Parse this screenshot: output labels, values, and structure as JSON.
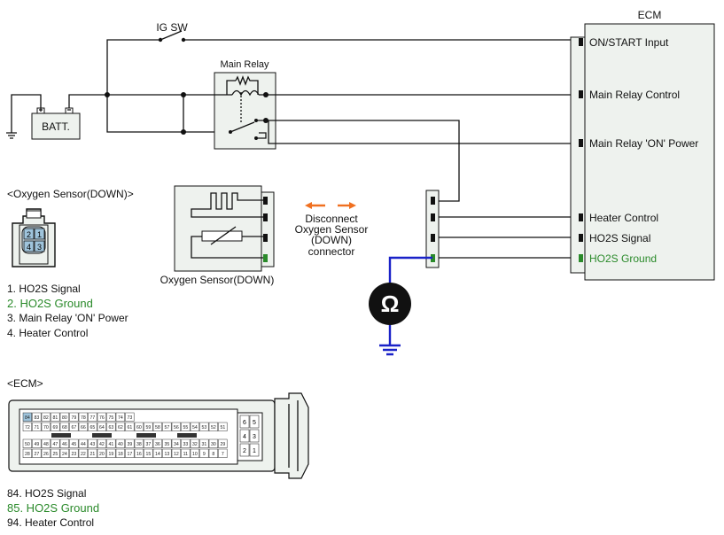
{
  "ecm": {
    "title": "ECM",
    "pins": [
      {
        "label": "ON/START Input",
        "color": "#111111"
      },
      {
        "label": "Main Relay Control",
        "color": "#111111"
      },
      {
        "label": "Main Relay 'ON' Power",
        "color": "#111111"
      },
      {
        "label": "Heater Control",
        "color": "#111111"
      },
      {
        "label": "HO2S Signal",
        "color": "#111111"
      },
      {
        "label": "HO2S Ground",
        "color": "#2a8a2a"
      }
    ]
  },
  "components": {
    "ig_sw": "IG SW",
    "main_relay": "Main Relay",
    "battery": "BATT.",
    "oxygen_sensor": "Oxygen Sensor(DOWN)",
    "ohmmeter_symbol": "Ω"
  },
  "instruction": {
    "lines": [
      "Disconnect",
      "Oxygen Sensor",
      "(DOWN)",
      "connector"
    ],
    "arrow_color": "#f07020"
  },
  "sensor_connector": {
    "header": "<Oxygen Sensor(DOWN)>",
    "pin_numbers": [
      "1",
      "2",
      "3",
      "4"
    ],
    "legend": [
      {
        "text": "1. HO2S Signal",
        "highlight": false
      },
      {
        "text": "2. HO2S Ground",
        "highlight": true
      },
      {
        "text": "3. Main Relay 'ON' Power",
        "highlight": false
      },
      {
        "text": "4. Heater Control",
        "highlight": false
      }
    ]
  },
  "ecm_connector": {
    "header": "<ECM>",
    "rows": [
      [
        "84",
        "83",
        "82",
        "81",
        "80",
        "79",
        "78",
        "77",
        "76",
        "75",
        "74",
        "73"
      ],
      [
        "72",
        "71",
        "70",
        "69",
        "68",
        "67",
        "66",
        "65",
        "64",
        "63",
        "62",
        "61",
        "60",
        "59",
        "58",
        "57",
        "56",
        "55",
        "54",
        "53",
        "52",
        "51"
      ],
      [
        "50",
        "49",
        "48",
        "47",
        "46",
        "45",
        "44",
        "43",
        "42",
        "41",
        "40",
        "39",
        "38",
        "37",
        "36",
        "35",
        "34",
        "33",
        "32",
        "31",
        "30",
        "29"
      ],
      [
        "28",
        "27",
        "26",
        "25",
        "24",
        "23",
        "22",
        "21",
        "20",
        "19",
        "18",
        "17",
        "16",
        "15",
        "14",
        "13",
        "12",
        "11",
        "10",
        "9",
        "8",
        "7"
      ]
    ],
    "side_pins": [
      "6",
      "5",
      "4",
      "3",
      "2",
      "1"
    ],
    "legend": [
      {
        "text": "84. HO2S Signal",
        "highlight": false
      },
      {
        "text": "85. HO2S Ground",
        "highlight": true
      },
      {
        "text": "94. Heater Control",
        "highlight": false
      }
    ]
  }
}
